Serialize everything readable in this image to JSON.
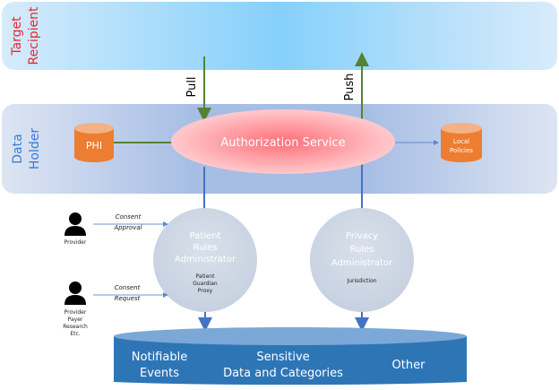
{
  "bands": {
    "target": {
      "label_line1": "Target",
      "label_line2": "Recipient",
      "label_color": "#e8262e"
    },
    "holder": {
      "label_line1": "Data",
      "label_line2": "Holder",
      "label_color": "#3a7bd5"
    }
  },
  "flows": {
    "pull": "Pull",
    "push": "Push",
    "consent_approval_line1": "Consent",
    "consent_approval_line2": "Approval",
    "consent_request_line1": "Consent",
    "consent_request_line2": "Request"
  },
  "nodes": {
    "phi": "PHI",
    "local_policies_line1": "Local",
    "local_policies_line2": "Policies",
    "authorization_service": "Authorization Service",
    "patient_admin": {
      "title_line1": "Patient",
      "title_line2": "Rules",
      "title_line3": "Administrator",
      "sub_line1": "Patient",
      "sub_line2": "Guardian",
      "sub_line3": "Proxy"
    },
    "privacy_admin": {
      "title_line1": "Privacy",
      "title_line2": "Rules",
      "title_line3": "Administrator",
      "sub_line1": "Jurisdiction"
    }
  },
  "actors": {
    "provider": "Provider",
    "others_line1": "Provider",
    "others_line2": "Payer",
    "others_line3": "Research",
    "others_line4": "Etc."
  },
  "store": {
    "col1_line1": "Notifiable",
    "col1_line2": "Events",
    "col2_line1": "Sensitive",
    "col2_line2": "Data and Categories",
    "col3": "Other"
  },
  "colors": {
    "orange": "#ed7d31",
    "green": "#548235",
    "blue_arrow": "#4472c4",
    "store_blue": "#2e75b6"
  }
}
